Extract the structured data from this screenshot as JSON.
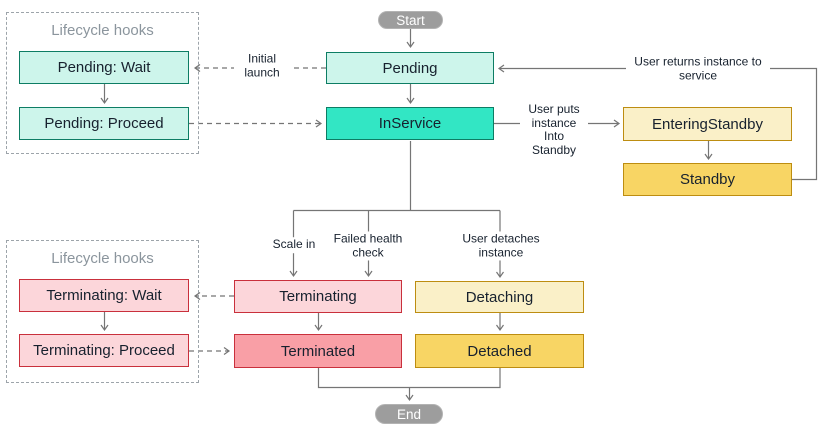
{
  "diagram": {
    "start": "Start",
    "end": "End",
    "nodes": {
      "pending": "Pending",
      "in_service": "InService",
      "entering_standby": "EnteringStandby",
      "standby": "Standby",
      "terminating": "Terminating",
      "terminated": "Terminated",
      "detaching": "Detaching",
      "detached": "Detached"
    },
    "lifecycle_hooks_top": {
      "title": "Lifecycle hooks",
      "wait": "Pending: Wait",
      "proceed": "Pending: Proceed"
    },
    "lifecycle_hooks_bottom": {
      "title": "Lifecycle hooks",
      "wait": "Terminating: Wait",
      "proceed": "Terminating: Proceed"
    },
    "edge_labels": {
      "initial_launch": "Initial launch",
      "user_returns": "User returns instance to service",
      "user_puts_standby": "User puts instance Into Standby",
      "scale_in": "Scale in",
      "failed_health_check": "Failed health check",
      "user_detaches": "User detaches instance"
    },
    "colors": {
      "teal_border": "#0d7d64",
      "mint_fill": "#cdf5eb",
      "teal_fill": "#32e6c4",
      "gold_border": "#bd8d11",
      "cream_fill": "#faf0c8",
      "gold_fill": "#f8d564",
      "red_border": "#c9303c",
      "pink_fill": "#fcd6da",
      "salmon_fill": "#f99fa6",
      "pill_fill": "#9d9d9d",
      "line": "#757575"
    }
  }
}
